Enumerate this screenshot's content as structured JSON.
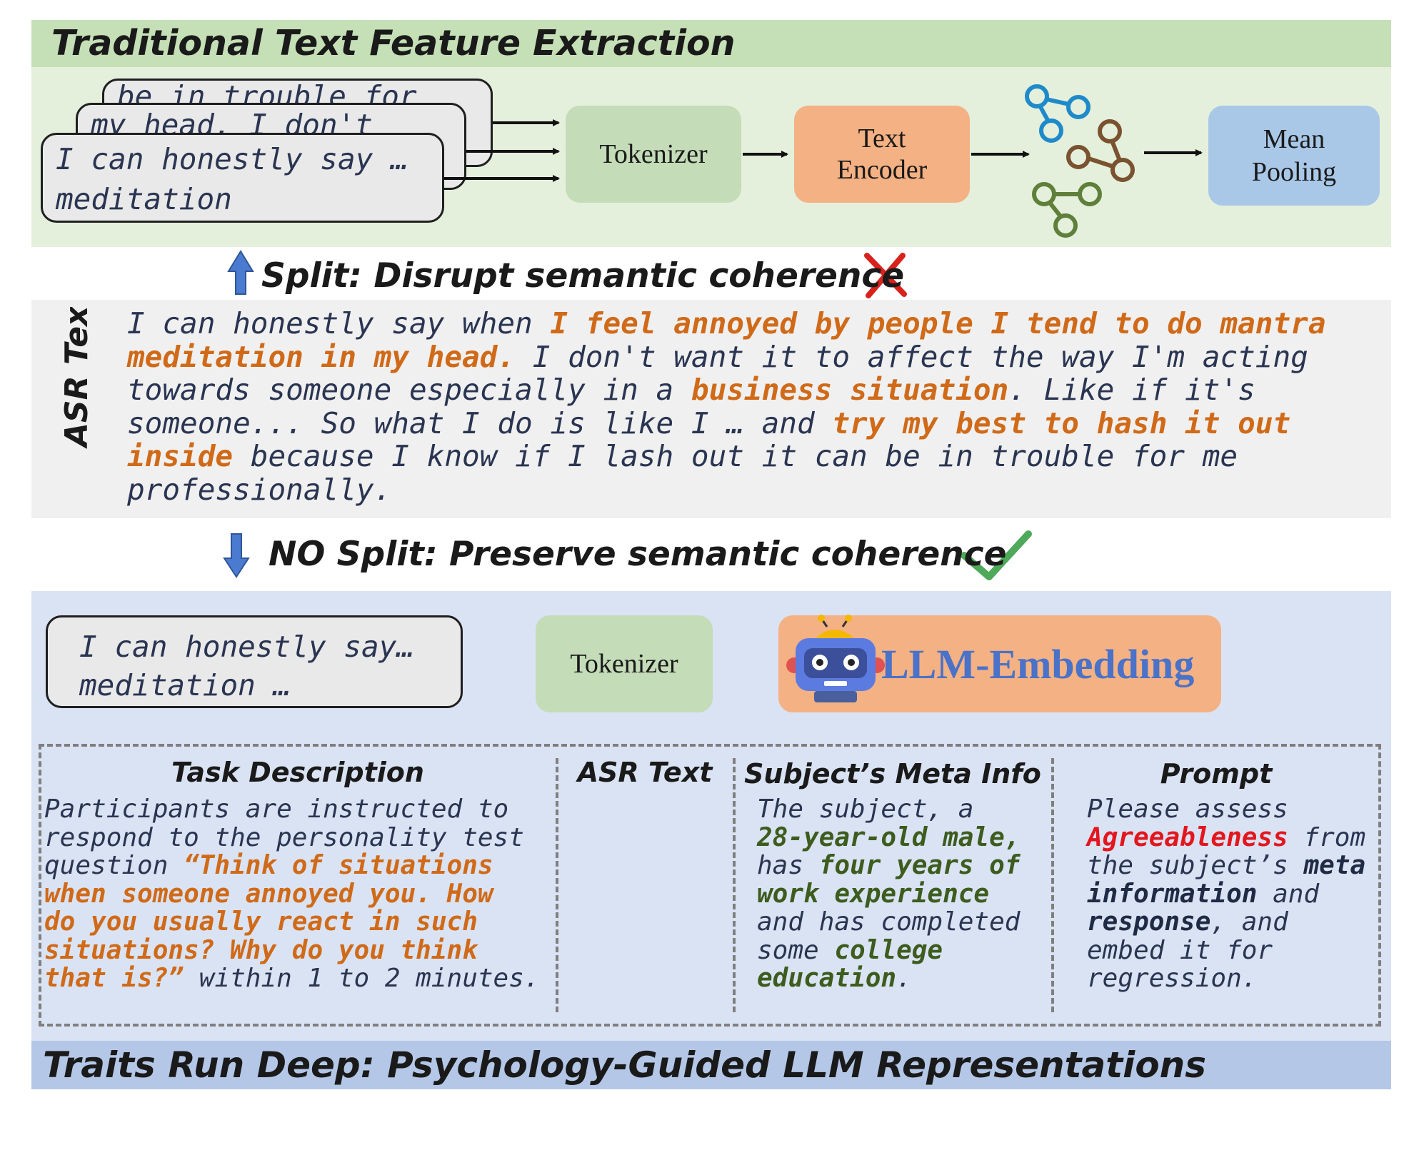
{
  "top": {
    "title": "Traditional Text Feature Extraction",
    "card_back": "be in trouble for",
    "card_mid": "my head. I don't",
    "card_front_1": "I can honestly say …",
    "card_front_2": "meditation",
    "tokenizer": "Tokenizer",
    "encoder_1": "Text",
    "encoder_2": "Encoder",
    "pooling_1": "Mean",
    "pooling_2": "Pooling"
  },
  "split_label": "Split: Disrupt semantic coherence",
  "asr": {
    "label": "ASR Text",
    "segments": [
      {
        "text": "I can honestly say when ",
        "hl": false
      },
      {
        "text": "I feel annoyed by people I tend to do mantra meditation in my head.",
        "hl": true
      },
      {
        "text": " I don't want it to affect the way I'm acting towards someone especially in a ",
        "hl": false
      },
      {
        "text": "business situation",
        "hl": true
      },
      {
        "text": ". Like if it's someone... So what I do is like I … and ",
        "hl": false
      },
      {
        "text": "try my best to hash it out inside",
        "hl": true
      },
      {
        "text": " because I know if I lash out it can be in trouble for me professionally.",
        "hl": false
      }
    ]
  },
  "no_split_label": "NO Split: Preserve semantic coherence",
  "bottom": {
    "card_1": "I can honestly say…",
    "card_2": "meditation …",
    "tokenizer": "Tokenizer",
    "llm": "LLM-Embedding",
    "title": "Traits Run Deep: Psychology-Guided LLM Representations"
  },
  "columns": {
    "task_title": "Task Description",
    "asr_title": "ASR Text",
    "meta_title": "Subject’s Meta Info",
    "prompt_title": "Prompt"
  },
  "task_lines": [
    [
      {
        "t": "Participants are instructed to",
        "c": ""
      }
    ],
    [
      {
        "t": "respond to the personality test",
        "c": ""
      }
    ],
    [
      {
        "t": "question ",
        "c": ""
      },
      {
        "t": "“Think of situations",
        "c": "org"
      }
    ],
    [
      {
        "t": "when someone annoyed you. How",
        "c": "org"
      }
    ],
    [
      {
        "t": "do you usually react in such",
        "c": "org"
      }
    ],
    [
      {
        "t": "situations? Why do you think",
        "c": "org"
      }
    ],
    [
      {
        "t": "that is?”",
        "c": "org"
      },
      {
        "t": " within 1 to 2 minutes.",
        "c": ""
      }
    ]
  ],
  "meta_lines": [
    [
      {
        "t": "The subject, a",
        "c": ""
      }
    ],
    [
      {
        "t": "28-year-old male,",
        "c": "grn"
      }
    ],
    [
      {
        "t": "has ",
        "c": ""
      },
      {
        "t": "four years of",
        "c": "grn"
      }
    ],
    [
      {
        "t": "work experience",
        "c": "grn"
      }
    ],
    [
      {
        "t": "and has completed",
        "c": ""
      }
    ],
    [
      {
        "t": "some ",
        "c": ""
      },
      {
        "t": "college",
        "c": "grn"
      }
    ],
    [
      {
        "t": "education",
        "c": "grn"
      },
      {
        "t": ".",
        "c": ""
      }
    ]
  ],
  "prompt_lines": [
    [
      {
        "t": "Please assess",
        "c": ""
      }
    ],
    [
      {
        "t": "Agreeableness",
        "c": "red"
      },
      {
        "t": " from",
        "c": ""
      }
    ],
    [
      {
        "t": "the subject’s ",
        "c": ""
      },
      {
        "t": "meta",
        "c": "dark"
      }
    ],
    [
      {
        "t": "information",
        "c": "dark"
      },
      {
        "t": " and",
        "c": ""
      }
    ],
    [
      {
        "t": "response",
        "c": "dark"
      },
      {
        "t": ", and",
        "c": ""
      }
    ],
    [
      {
        "t": "embed it for",
        "c": ""
      }
    ],
    [
      {
        "t": "regression.",
        "c": ""
      }
    ]
  ],
  "colors": {
    "top_bg": "#e4f0dc",
    "top_header": "#c5dfb6",
    "asr_bg": "#f0f0f0",
    "bottom_bg": "#dae3f3",
    "bottom_footer": "#b4c7e7",
    "highlight_orange": "#d06a18",
    "highlight_green": "#3d5c1e",
    "highlight_red": "#e3161e",
    "tokenizer": "#c4dcb8",
    "encoder": "#f4b183",
    "pooling": "#a9c8e8"
  },
  "icons": [
    "graph-nodes-icon",
    "arrow-up-icon",
    "cross-icon",
    "arrow-down-icon",
    "check-icon",
    "bar-chart-icon",
    "robot-icon",
    "molecule-icon",
    "document-icon"
  ]
}
